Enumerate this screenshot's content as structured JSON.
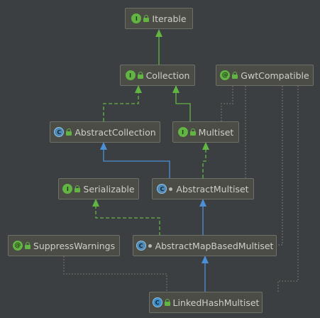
{
  "nodes": {
    "iterable": {
      "label": "Iterable",
      "kind": "interface",
      "badge": "I"
    },
    "collection": {
      "label": "Collection",
      "kind": "interface",
      "badge": "I"
    },
    "gwt_compatible": {
      "label": "GwtCompatible",
      "kind": "annotation",
      "badge": "@"
    },
    "abstract_collection": {
      "label": "AbstractCollection",
      "kind": "abstract-class",
      "badge": "C"
    },
    "multiset": {
      "label": "Multiset",
      "kind": "interface",
      "badge": "I"
    },
    "serializable": {
      "label": "Serializable",
      "kind": "interface",
      "badge": "I"
    },
    "abstract_multiset": {
      "label": "AbstractMultiset",
      "kind": "abstract-class",
      "badge": "C"
    },
    "suppress_warnings": {
      "label": "SuppressWarnings",
      "kind": "annotation",
      "badge": "@"
    },
    "abstract_map_based_multiset": {
      "label": "AbstractMapBasedMultiset",
      "kind": "abstract-class",
      "badge": "C"
    },
    "linked_hash_multiset": {
      "label": "LinkedHashMultiset",
      "kind": "class",
      "badge": "C"
    }
  },
  "colors": {
    "background": "#3c3f41",
    "extends_interface": "#62b543",
    "extends_class": "#4b8fd6",
    "annotation_link": "#8a8a7e"
  }
}
